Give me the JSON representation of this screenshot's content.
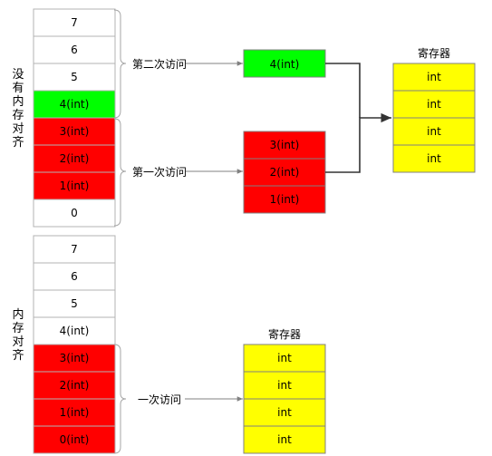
{
  "colors": {
    "green": "#00ff00",
    "red": "#ff0000",
    "yellow": "#ffff00",
    "white": "#ffffff",
    "gray_border": "#b3b3b3",
    "arrow": "#808080",
    "black": "#000000"
  },
  "top": {
    "side_label": [
      "没",
      "有",
      "内",
      "存",
      "对",
      "齐"
    ],
    "cells": [
      {
        "text": "7",
        "fill": "#ffffff"
      },
      {
        "text": "6",
        "fill": "#ffffff"
      },
      {
        "text": "5",
        "fill": "#ffffff"
      },
      {
        "text": "4(int)",
        "fill": "#00ff00"
      },
      {
        "text": "3(int)",
        "fill": "#ff0000"
      },
      {
        "text": "2(int)",
        "fill": "#ff0000"
      },
      {
        "text": "1(int)",
        "fill": "#ff0000"
      },
      {
        "text": "0",
        "fill": "#ffffff"
      }
    ],
    "second_access_label": "第二次访问",
    "first_access_label": "第一次访问",
    "second_box": {
      "text": "4(int)",
      "fill": "#00ff00"
    },
    "first_box": [
      {
        "text": "3(int)",
        "fill": "#ff0000"
      },
      {
        "text": "2(int)",
        "fill": "#ff0000"
      },
      {
        "text": "1(int)",
        "fill": "#ff0000"
      }
    ],
    "register_title": "寄存器",
    "register_cells": [
      "int",
      "int",
      "int",
      "int"
    ]
  },
  "bottom": {
    "side_label": [
      "内",
      "存",
      "对",
      "齐"
    ],
    "cells": [
      {
        "text": "7",
        "fill": "#ffffff"
      },
      {
        "text": "6",
        "fill": "#ffffff"
      },
      {
        "text": "5",
        "fill": "#ffffff"
      },
      {
        "text": "4(int)",
        "fill": "#ffffff"
      },
      {
        "text": "3(int)",
        "fill": "#ff0000"
      },
      {
        "text": "2(int)",
        "fill": "#ff0000"
      },
      {
        "text": "1(int)",
        "fill": "#ff0000"
      },
      {
        "text": "0(int)",
        "fill": "#ff0000"
      }
    ],
    "access_label": "一次访问",
    "register_title": "寄存器",
    "register_cells": [
      "int",
      "int",
      "int",
      "int"
    ]
  }
}
